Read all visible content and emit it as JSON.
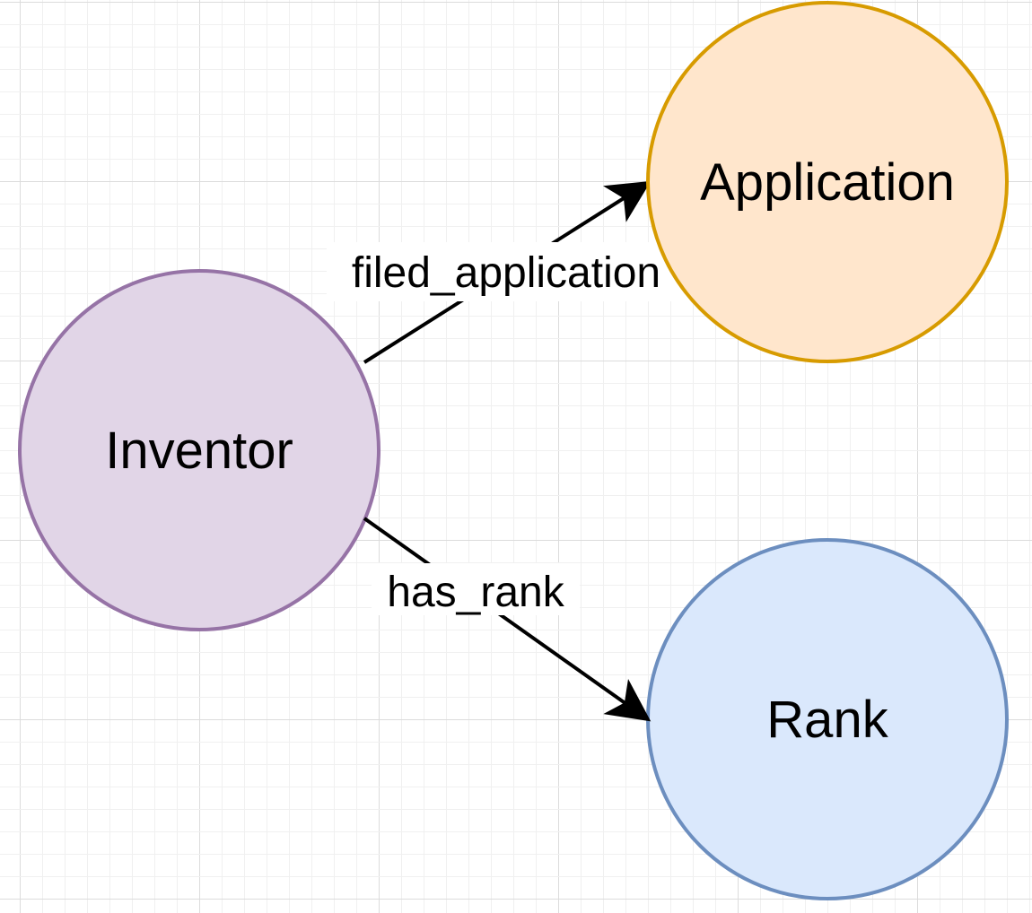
{
  "diagram": {
    "nodes": [
      {
        "id": "inventor",
        "label": "Inventor",
        "fill": "#e1d5e7",
        "stroke": "#9673a6"
      },
      {
        "id": "application",
        "label": "Application",
        "fill": "#ffe6cc",
        "stroke": "#d79b00"
      },
      {
        "id": "rank",
        "label": "Rank",
        "fill": "#dae8fc",
        "stroke": "#6c8ebf"
      }
    ],
    "edges": [
      {
        "from": "inventor",
        "to": "application",
        "label": "filed_application"
      },
      {
        "from": "inventor",
        "to": "rank",
        "label": "has_rank"
      }
    ],
    "grid": true,
    "colors": {
      "edge": "#000000",
      "grid_minor": "#f0f0f0",
      "grid_major": "#dcdcdc",
      "background": "#ffffff"
    }
  }
}
